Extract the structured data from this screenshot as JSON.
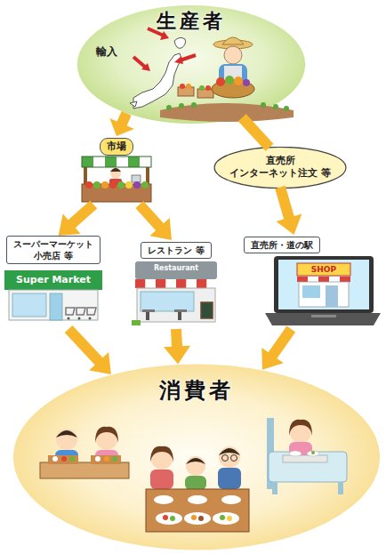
{
  "diagram": {
    "nodes": [
      {
        "text": [
          "生産者"
        ]
      },
      {
        "text": [
          "市場"
        ]
      },
      {
        "text": [
          "直売所",
          "インターネット注文 等"
        ]
      },
      {
        "text": [
          "スーパーマーケット",
          "小売店 等"
        ]
      },
      {
        "text": [
          "レストラン 等"
        ]
      },
      {
        "text": [
          "直売所・道の駅"
        ]
      },
      {
        "text": [
          "消費者"
        ]
      }
    ],
    "edges": [
      {
        "from": 0,
        "to": 1,
        "arrow": "to"
      },
      {
        "from": 0,
        "to": 2,
        "arrow": "none"
      },
      {
        "from": 2,
        "to": 5,
        "arrow": "to"
      },
      {
        "from": 1,
        "to": 3,
        "arrow": "to"
      },
      {
        "from": 1,
        "to": 4,
        "arrow": "to"
      },
      {
        "from": 3,
        "to": 6,
        "arrow": "to"
      },
      {
        "from": 4,
        "to": 6,
        "arrow": "to"
      },
      {
        "from": 5,
        "to": 6,
        "arrow": "to"
      }
    ],
    "labels": [
      "輸入",
      "Super Market",
      "Restaurant",
      "SHOP"
    ]
  }
}
